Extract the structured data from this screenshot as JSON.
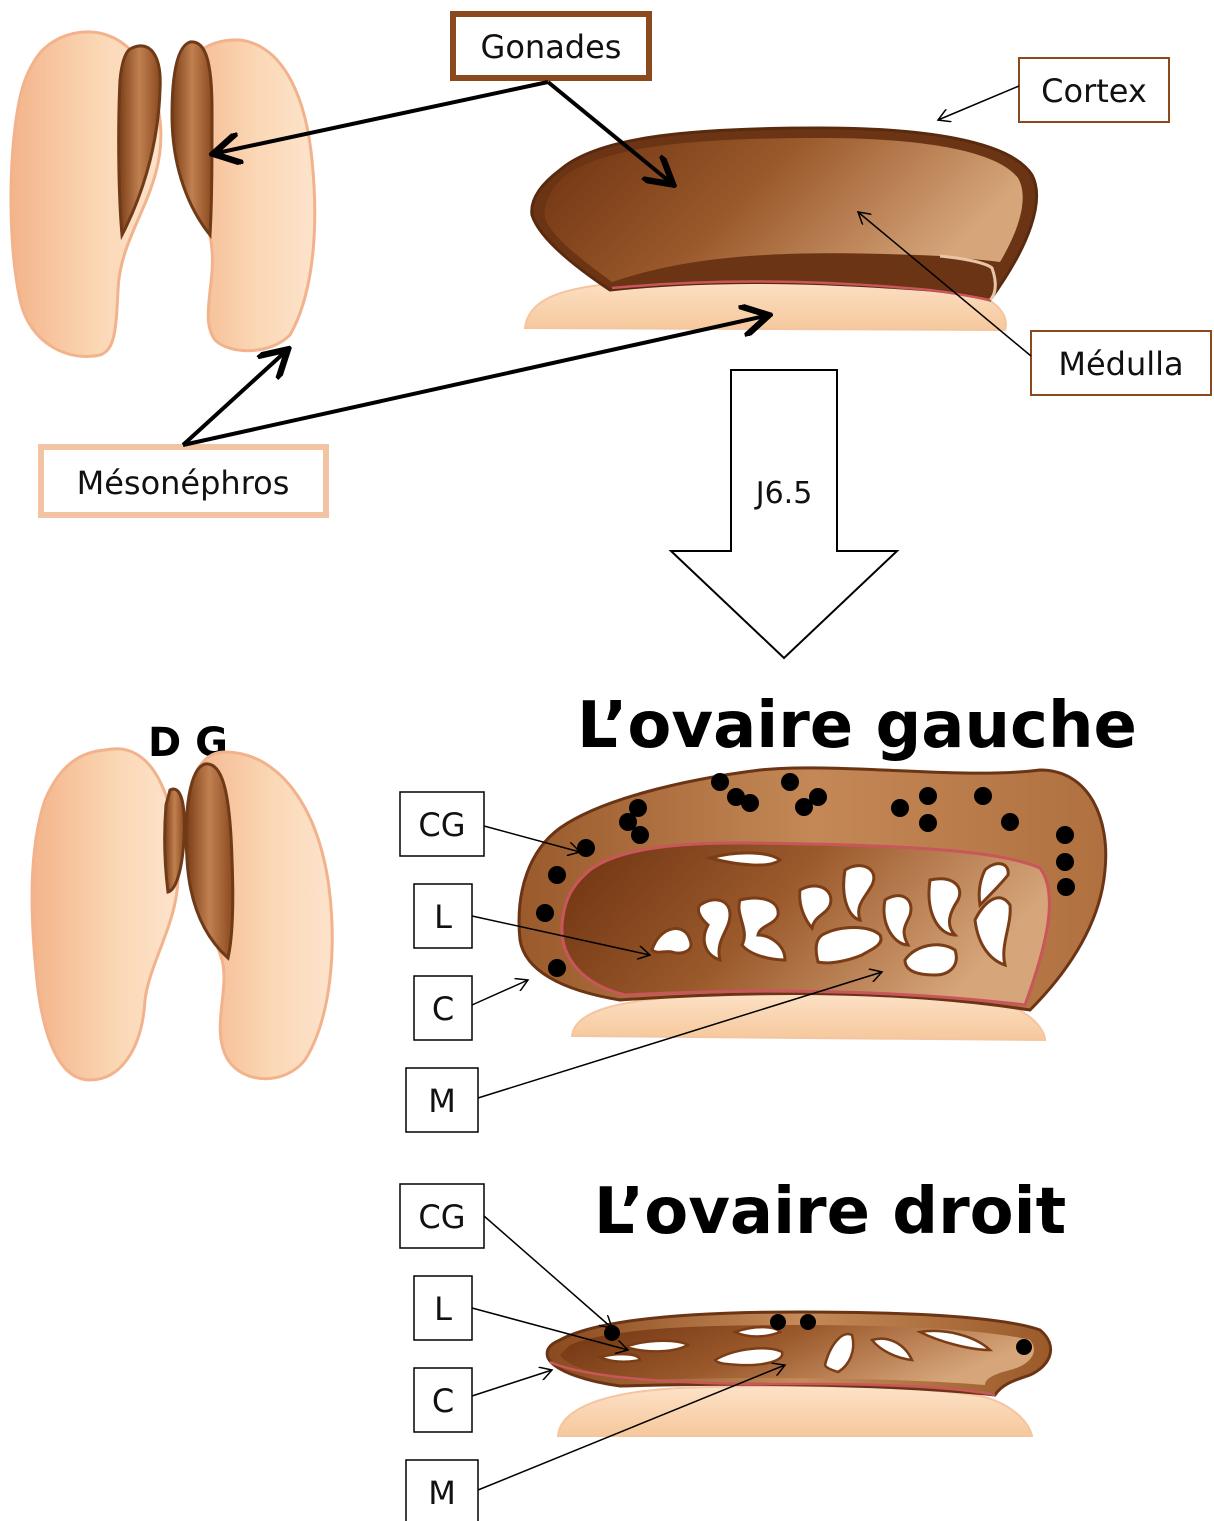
{
  "labels": {
    "gonades": "Gonades",
    "cortex": "Cortex",
    "medulla": "Médulla",
    "mesonephros": "Mésonéphros",
    "stage": "J6.5",
    "sides": "D G"
  },
  "left_ovary": {
    "title": "L’ovaire gauche",
    "cg": "CG",
    "l": "L",
    "c": "C",
    "m": "M"
  },
  "right_ovary": {
    "title": "L’ovaire droit",
    "cg": "CG",
    "l": "L",
    "c": "C",
    "m": "M"
  },
  "colors": {
    "mesonephros_fill": "#f7c49a",
    "gonad_fill": "#9a5628",
    "gonad_dark": "#6e3a17",
    "label_border_brown": "#8b4a1e",
    "label_border_peach": "#f2c4a4",
    "cortex_line": "#c8565a"
  }
}
